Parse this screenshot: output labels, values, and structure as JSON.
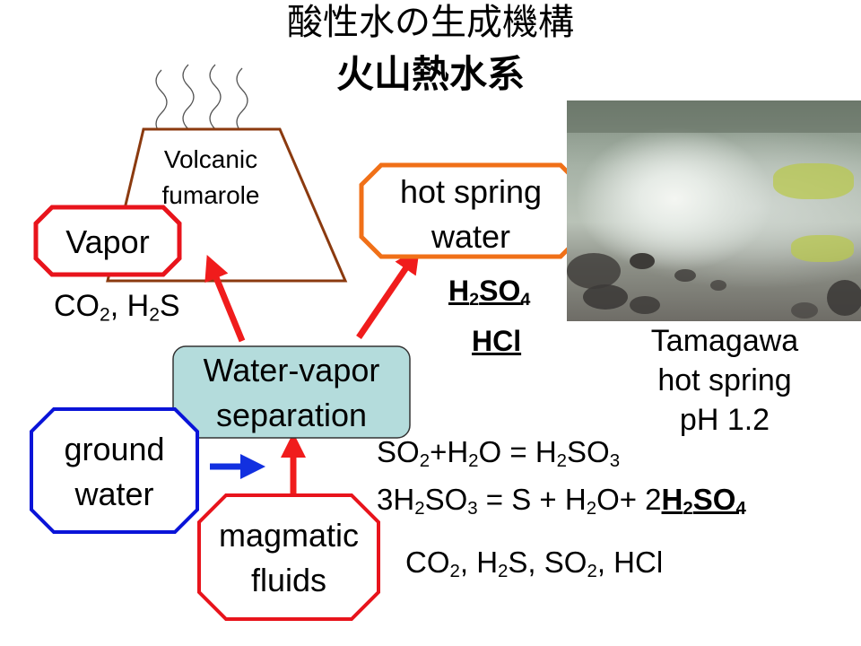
{
  "title": {
    "line1": "酸性水の生成機構",
    "line2": "火山熱水系"
  },
  "nodes": {
    "volcano": {
      "line1": "Volcanic",
      "line2": "fumarole"
    },
    "vapor": "Vapor",
    "hot_spring": {
      "line1": "hot spring",
      "line2": "water"
    },
    "separation": {
      "line1": "Water-vapor",
      "line2": "separation"
    },
    "ground_water": {
      "line1": "ground",
      "line2": "water"
    },
    "magmatic": {
      "line1": "magmatic",
      "line2": "fluids"
    }
  },
  "gases": {
    "vapor": {
      "co": "CO",
      "two": "2",
      "sep": ", H",
      "two_b": "2",
      "s": "S"
    },
    "magmatic": {
      "co": "CO",
      "two": "2",
      "sep1": ", H",
      "two_b": "2",
      "s": "S, SO",
      "two_c": "2",
      "tail": ", HCl"
    }
  },
  "acids": {
    "h": "H",
    "two": "2",
    "so": "SO",
    "four": "4",
    "hcl": "HCl"
  },
  "photo": {
    "label_line1": "Tamagawa",
    "label_line2": "hot spring",
    "label_line3": "pH 1.2"
  },
  "equations": {
    "eq1": {
      "a": "SO",
      "a2": "2",
      "b": "+H",
      "b2": "2",
      "c": "O = H",
      "c2": "2",
      "d": "SO",
      "d3": "3"
    },
    "eq2": {
      "a": "3H",
      "a2": "2",
      "b": "SO",
      "b3": "3",
      "c": " = S + H",
      "c2": "2",
      "d": "O+ 2",
      "e": "H",
      "e2": "2",
      "f": "SO",
      "f4": "4"
    }
  },
  "colors": {
    "volcano": "#8b3a0f",
    "vapor_border": "#e8141c",
    "hot_spring_border": "#f07018",
    "separation_fill": "#b4dcdc",
    "ground_border": "#0a14d8",
    "magmatic_border": "#e8141c",
    "arrow_red": "#f01c1c",
    "arrow_blue": "#1230e0"
  }
}
